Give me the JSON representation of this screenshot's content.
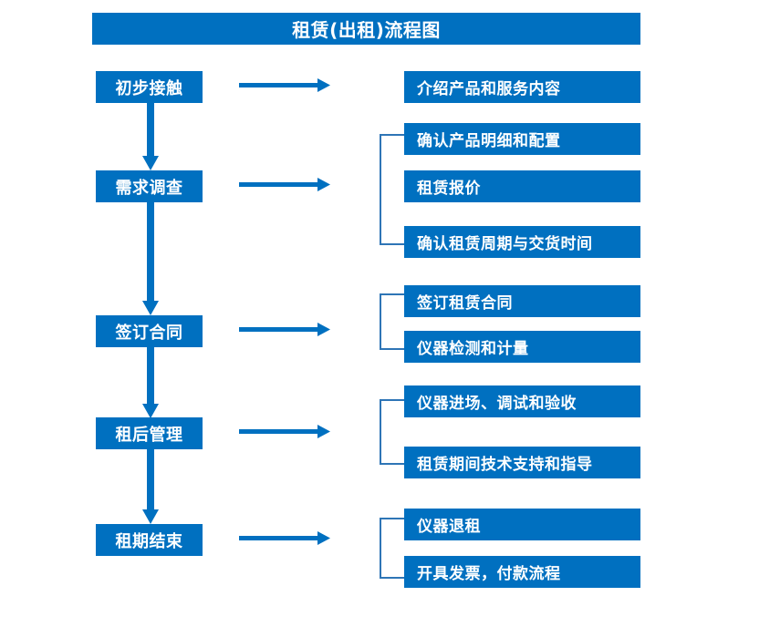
{
  "header": {
    "title": "租赁(出租)流程图"
  },
  "colors": {
    "primary_blue": "#0070c0",
    "bracket_blue": "#2e75b6",
    "text_white": "#ffffff",
    "background": "#ffffff"
  },
  "flow": {
    "stages": [
      {
        "label": "初步接触",
        "details": [
          "介绍产品和服务内容"
        ]
      },
      {
        "label": "需求调查",
        "details": [
          "确认产品明细和配置",
          "租赁报价",
          "确认租赁周期与交货时间"
        ]
      },
      {
        "label": "签订合同",
        "details": [
          "签订租赁合同",
          "仪器检测和计量"
        ]
      },
      {
        "label": "租后管理",
        "details": [
          "仪器进场、调试和验收",
          "租赁期间技术支持和指导"
        ]
      },
      {
        "label": "租期结束",
        "details": [
          "仪器退租",
          "开具发票，付款流程"
        ]
      }
    ]
  },
  "connectors": {
    "down_arrow_icon": "arrow-down-icon",
    "right_arrow_icon": "arrow-right-icon",
    "bracket_icon": "bracket-icon"
  }
}
